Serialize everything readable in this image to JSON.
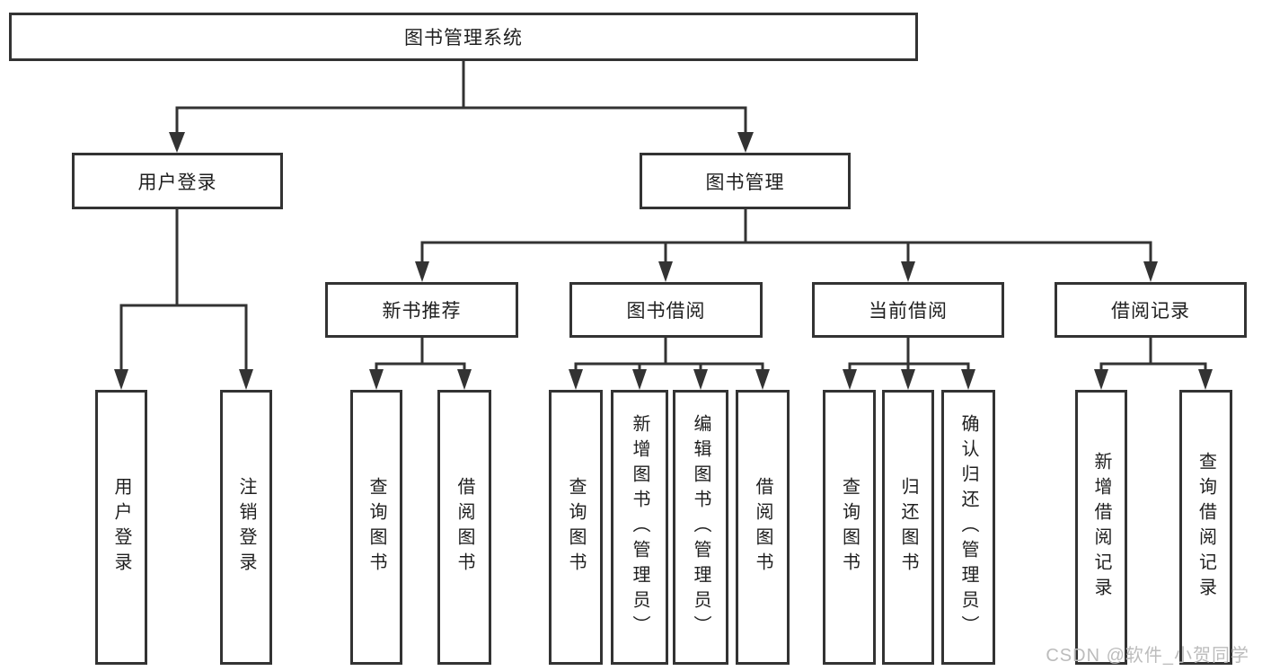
{
  "diagram": {
    "title": "图书管理系统",
    "branches": {
      "user_login": {
        "label": "用户登录",
        "children": [
          {
            "label": "用户登录"
          },
          {
            "label": "注销登录"
          }
        ]
      },
      "book_mgmt": {
        "label": "图书管理",
        "children": [
          {
            "label": "新书推荐",
            "children": [
              {
                "label": "查询图书"
              },
              {
                "label": "借阅图书"
              }
            ]
          },
          {
            "label": "图书借阅",
            "children": [
              {
                "label": "查询图书"
              },
              {
                "label": "新增图书（管理员）"
              },
              {
                "label": "编辑图书（管理员）"
              },
              {
                "label": "借阅图书"
              }
            ]
          },
          {
            "label": "当前借阅",
            "children": [
              {
                "label": "查询图书"
              },
              {
                "label": "归还图书"
              },
              {
                "label": "确认归还（管理员）"
              }
            ]
          },
          {
            "label": "借阅记录",
            "children": [
              {
                "label": "新增借阅记录"
              },
              {
                "label": "查询借阅记录"
              }
            ]
          }
        ]
      }
    }
  },
  "watermark": {
    "text": "CSDN @软件_小贺同学"
  },
  "colors": {
    "line": "#333333",
    "box_border": "#333333",
    "box_background": "#ffffff",
    "page_background": "#ffffff",
    "text": "#1f1f1f",
    "watermark": "#bcbcbc"
  }
}
